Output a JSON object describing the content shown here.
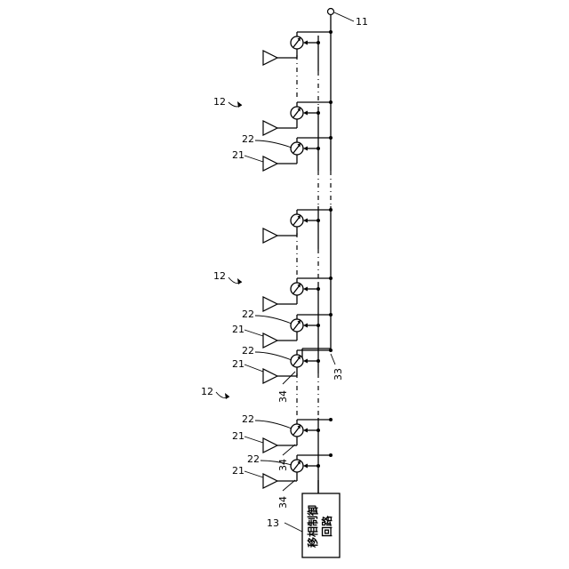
{
  "labels": {
    "terminal": "11",
    "array_group": "12",
    "control_circuit": "13",
    "antenna_element": "21",
    "phase_shifter": "22",
    "feed_line": "33",
    "control_line": "34"
  },
  "control_box_text": [
    "移相制御",
    "回路"
  ]
}
